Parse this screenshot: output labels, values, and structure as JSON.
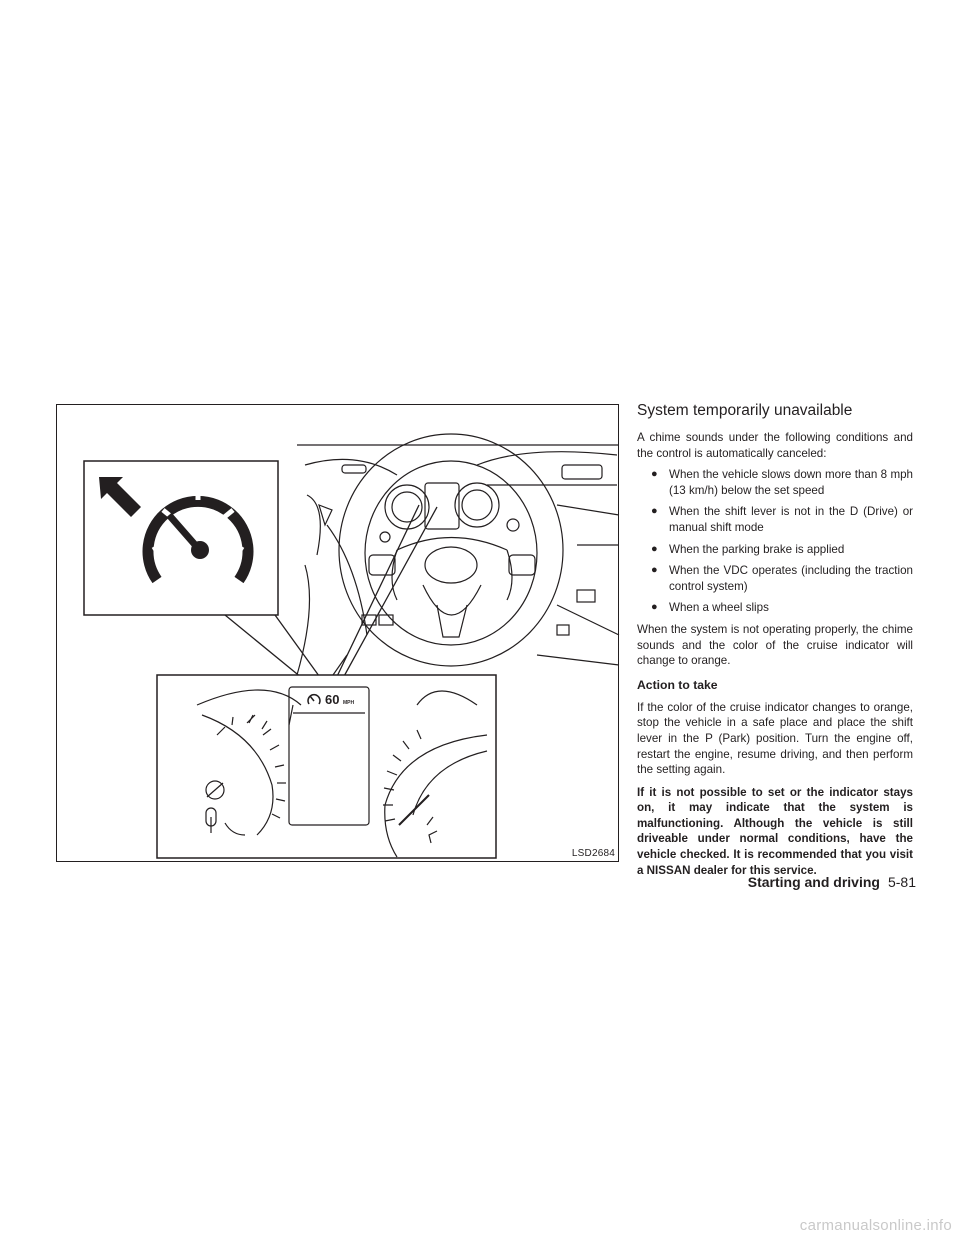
{
  "figure": {
    "code": "LSD2684",
    "speed_value": "60",
    "speed_unit": "MPH"
  },
  "section_title": "System temporarily unavailable",
  "intro": "A chime sounds under the following conditions and the control is automatically canceled:",
  "bullets": [
    "When the vehicle slows down more than 8 mph (13 km/h) below the set speed",
    "When the shift lever is not in the D (Drive) or manual shift mode",
    "When the parking brake is applied",
    "When the VDC operates (including the traction control system)",
    "When a wheel slips"
  ],
  "malfunction_para": "When the system is not operating properly, the chime sounds and the color of the cruise indicator will change to orange.",
  "action_heading": "Action to take",
  "action_para": "If the color of the cruise indicator changes to orange, stop the vehicle in a safe place and place the shift lever in the P (Park) position. Turn the engine off, restart the engine, resume driving, and then perform the setting again.",
  "warning_para": "If it is not possible to set or the indicator stays on, it may indicate that the system is malfunctioning. Although the vehicle is still driveable under normal conditions, have the vehicle checked. It is recommended that you visit a NISSAN dealer for this service.",
  "footer": {
    "section": "Starting and driving",
    "page": "5-81"
  },
  "watermark": "carmanualsonline.info"
}
